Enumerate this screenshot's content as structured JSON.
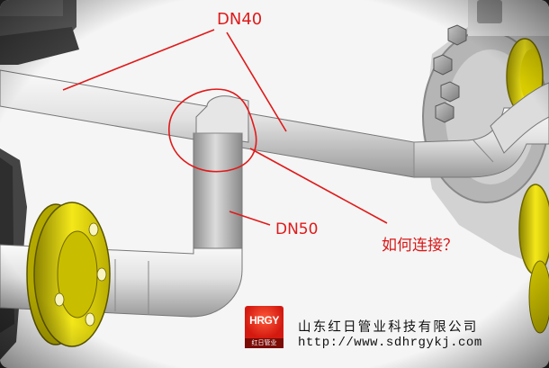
{
  "annotations": {
    "pipe_large": "DN40",
    "pipe_small": "DN50",
    "question": "如何连接？"
  },
  "footer": {
    "company_name": "山东红日管业科技有限公司",
    "website": "http://www.sdhrgykj.com",
    "logo_text": "HRGY",
    "logo_caption": "红日管业"
  },
  "colors": {
    "annotation_red": "#e01a1a",
    "flange_yellow": "#e8d800",
    "pipe_silver": "#d8d8d8",
    "background": "#f4f4f4"
  }
}
